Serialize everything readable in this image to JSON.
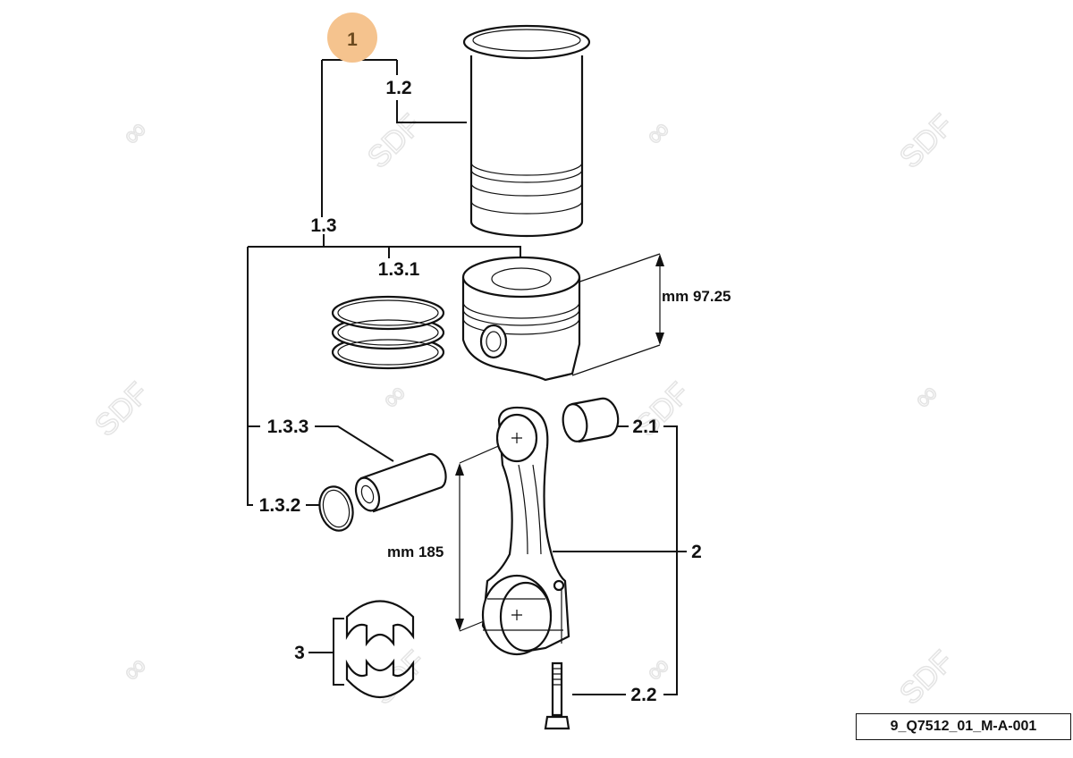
{
  "callouts": {
    "main": "1",
    "liner": "1.2",
    "piston_assembly": "1.3",
    "rings": "1.3.1",
    "pin": "1.3.3",
    "circlip": "1.3.2",
    "con_rod": "2",
    "bushing": "2.1",
    "bolt": "2.2",
    "bearing": "3"
  },
  "dimensions": {
    "piston_height": "mm 97.25",
    "rod_length": "mm 185"
  },
  "drawing_id": "9_Q7512_01_M-A-001",
  "watermark": "SDF",
  "colors": {
    "highlight": "#F5C38E",
    "line": "#111111"
  }
}
